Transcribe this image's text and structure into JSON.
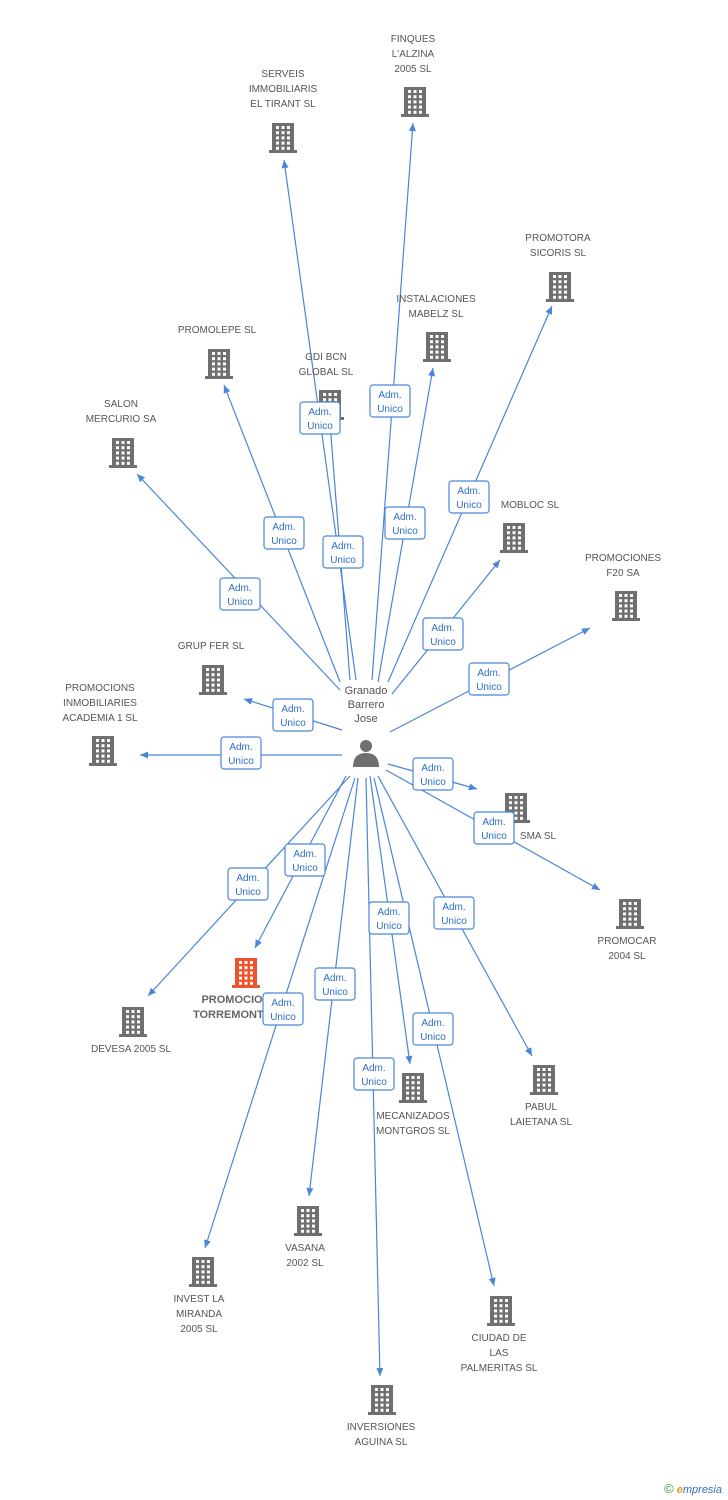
{
  "center": {
    "name_lines": [
      "Granado",
      "Barrero",
      "Jose"
    ],
    "icon": "person-icon"
  },
  "edge_label_lines": [
    "Adm.",
    "Unico"
  ],
  "colors": {
    "edge": "#4a86d8",
    "building": "#6f6f6f",
    "building_highlight": "#f0522c",
    "label_text": "#2f6fc4"
  },
  "companies": [
    {
      "id": "serveis",
      "lines": [
        "SERVEIS",
        "IMMOBILIARIS",
        "EL TIRANT SL"
      ]
    },
    {
      "id": "finques",
      "lines": [
        "FINQUES",
        "L'ALZINA",
        "2005 SL"
      ]
    },
    {
      "id": "promotora-sicoris",
      "lines": [
        "PROMOTORA",
        "SICORIS SL"
      ]
    },
    {
      "id": "instalaciones",
      "lines": [
        "INSTALACIONES",
        "MABELZ SL"
      ]
    },
    {
      "id": "promolepe",
      "lines": [
        "PROMOLEPE SL"
      ]
    },
    {
      "id": "gdi-bcn",
      "lines": [
        "GDI BCN",
        "GLOBAL SL"
      ]
    },
    {
      "id": "salon-mercurio",
      "lines": [
        "SALON",
        "MERCURIO SA"
      ]
    },
    {
      "id": "mobloc",
      "lines": [
        "MOBLOC SL"
      ]
    },
    {
      "id": "promociones-f20",
      "lines": [
        "PROMOCIONES",
        "F20 SA"
      ]
    },
    {
      "id": "grup-fer",
      "lines": [
        "GRUP FER SL"
      ]
    },
    {
      "id": "academia",
      "lines": [
        "PROMOCIONS",
        "INMOBILIARIES",
        "ACADEMIA 1 SL"
      ]
    },
    {
      "id": "sma",
      "lines": [
        "SMA SL"
      ]
    },
    {
      "id": "promocar",
      "lines": [
        "PROMOCAR",
        "2004 SL"
      ]
    },
    {
      "id": "torremonte",
      "lines": [
        "PROMOCIO",
        "TORREMONTE"
      ],
      "highlight": true
    },
    {
      "id": "devesa",
      "lines": [
        "DEVESA 2005 SL"
      ]
    },
    {
      "id": "mecanizados",
      "lines": [
        "MECANIZADOS",
        "MONTGROS SL"
      ]
    },
    {
      "id": "pabul",
      "lines": [
        "PABUL",
        "LAIETANA SL"
      ]
    },
    {
      "id": "vasana",
      "lines": [
        "VASANA",
        "2002 SL"
      ]
    },
    {
      "id": "invest-miranda",
      "lines": [
        "INVEST LA",
        "MIRANDA",
        "2005 SL"
      ]
    },
    {
      "id": "ciudad-palmeritas",
      "lines": [
        "CIUDAD DE",
        "LAS",
        "PALMERITAS SL"
      ]
    },
    {
      "id": "inversiones-aguina",
      "lines": [
        "INVERSIONES",
        "AGUINA SL"
      ]
    }
  ],
  "footer": {
    "copyright_symbol": "©",
    "brand_initial": "e",
    "brand_rest": "mpresia"
  }
}
